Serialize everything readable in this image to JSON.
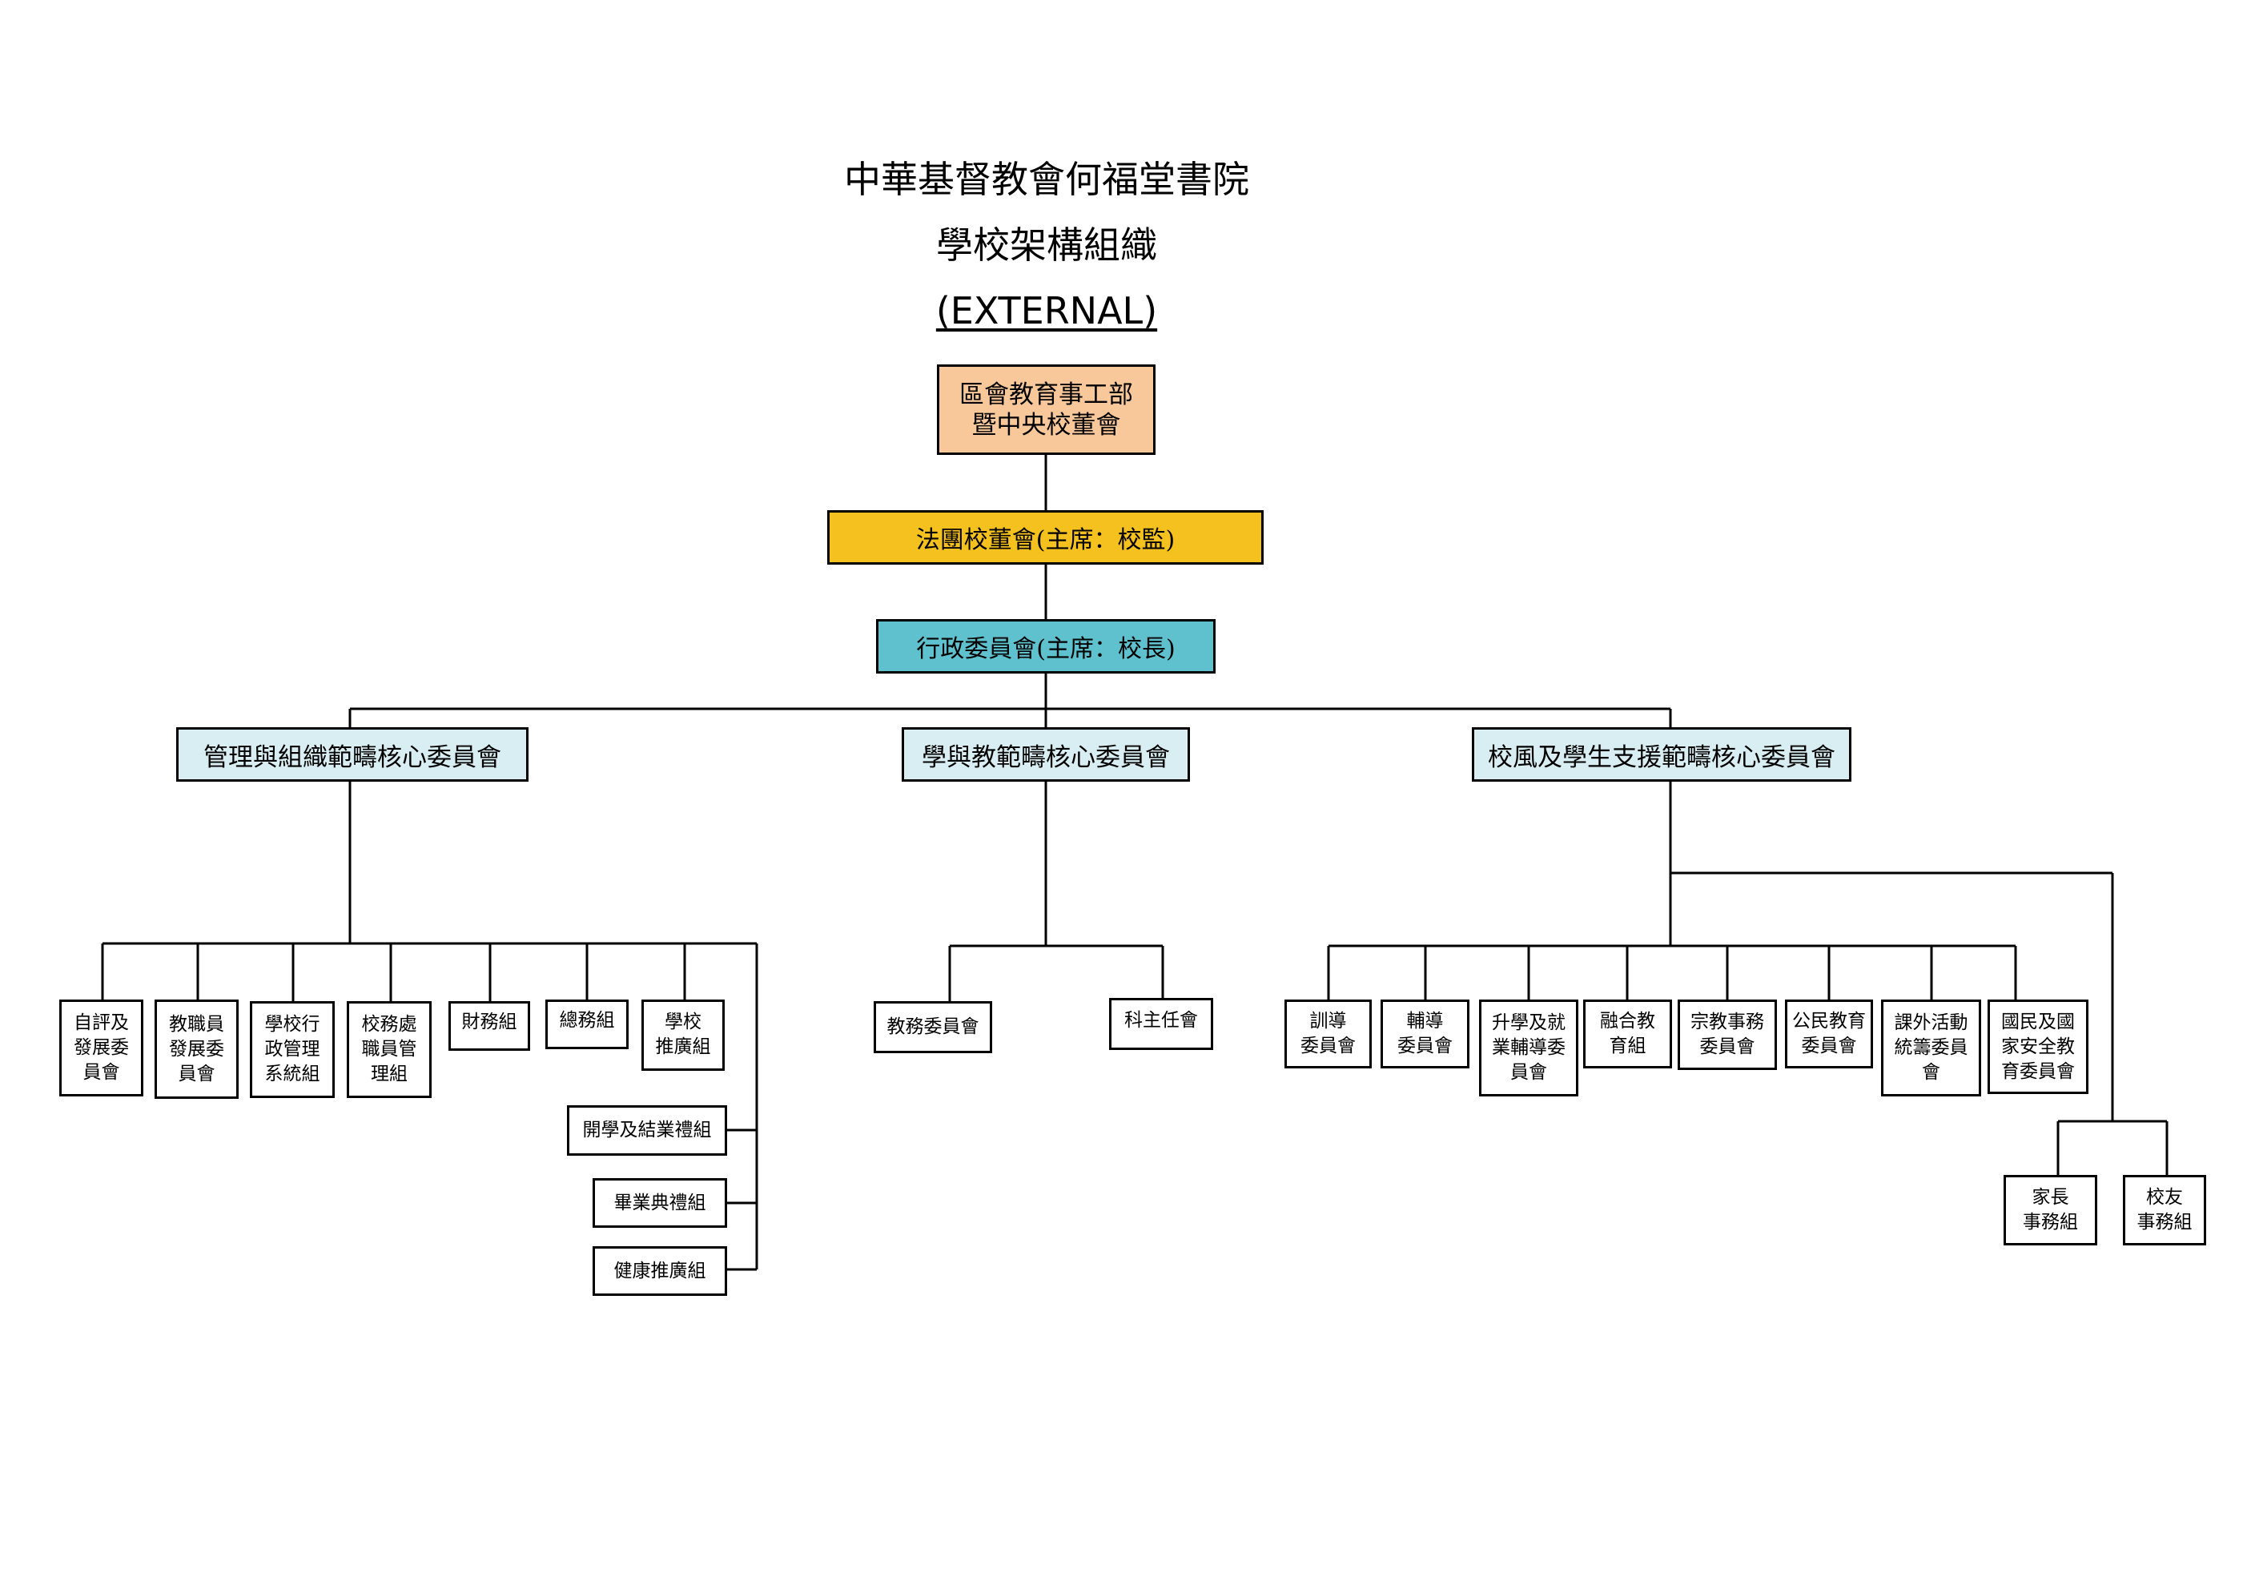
{
  "title": {
    "line1": "中華基督教會何福堂書院",
    "line2": "學校架構組織",
    "line3": "(EXTERNAL)"
  },
  "nodes": {
    "top": [
      "區會教育事工部",
      "暨中央校董會"
    ],
    "board": "法團校董會(主席：校監)",
    "admin": "行政委員會(主席：校長)",
    "cores": [
      "管理與組織範疇核心委員會",
      "學與教範疇核心委員會",
      "校風及學生支援範疇核心委員會"
    ],
    "management_groups": [
      [
        "自評及",
        "發展委",
        "員會"
      ],
      [
        "教職員",
        "發展委",
        "員會"
      ],
      [
        "學校行",
        "政管理",
        "系統組"
      ],
      [
        "校務處",
        "職員管",
        "理組"
      ],
      [
        "財務組"
      ],
      [
        "總務組"
      ],
      [
        "學校",
        "推廣組"
      ]
    ],
    "management_side_groups": [
      "開學及結業禮組",
      "畢業典禮組",
      "健康推廣組"
    ],
    "learning_groups": [
      "教務委員會",
      "科主任會"
    ],
    "support_groups": [
      [
        "訓導",
        "委員會"
      ],
      [
        "輔導",
        "委員會"
      ],
      [
        "升學及就",
        "業輔導委",
        "員會"
      ],
      [
        "融合教",
        "育組"
      ],
      [
        "宗教事務",
        "委員會"
      ],
      [
        "公民教育",
        "委員會"
      ],
      [
        "課外活動",
        "統籌委員",
        "會"
      ],
      [
        "國民及國",
        "家安全教",
        "育委員會"
      ]
    ],
    "support_side_groups": [
      [
        "家長",
        "事務組"
      ],
      [
        "校友",
        "事務組"
      ]
    ]
  },
  "colors": {
    "top": "#f8c89a",
    "board": "#f4c11f",
    "admin": "#5ec1cd",
    "core": "#d8eef2",
    "line": "#000000"
  }
}
